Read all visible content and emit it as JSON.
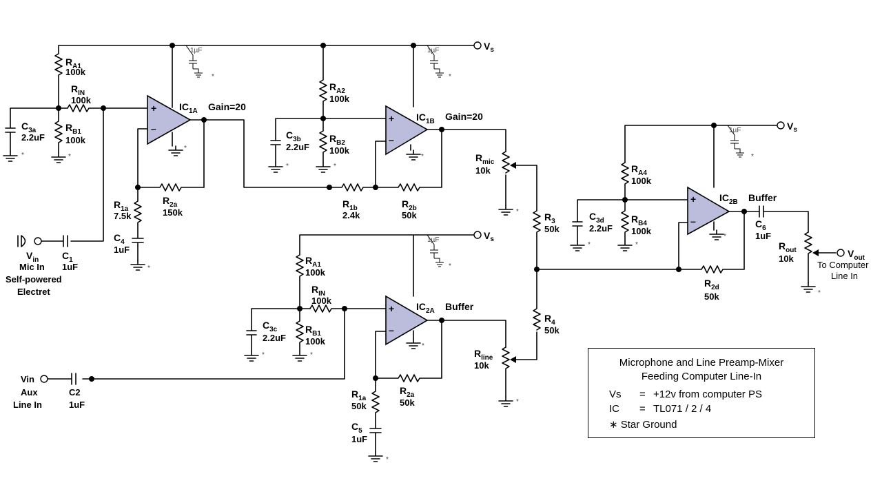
{
  "ic": {
    "ic1a_base": "IC",
    "ic1a_sub": "1A",
    "ic1a_note": "Gain=20",
    "ic1b_base": "IC",
    "ic1b_sub": "1B",
    "ic1b_note": "Gain=20",
    "ic2a_base": "IC",
    "ic2a_sub": "2A",
    "ic2a_note": "Buffer",
    "ic2b_base": "IC",
    "ic2b_sub": "2B",
    "ic2b_note": "Buffer",
    "plus": "+",
    "minus": "–"
  },
  "supply": {
    "base": "V",
    "sub": "s",
    "cap": "1µF",
    "star": "*"
  },
  "resistors": {
    "ra1_base": "R",
    "ra1_sub": "A1",
    "ra1_val": "100k",
    "rin_base": "R",
    "rin_sub": "IN",
    "rin_val": "100k",
    "rb1_base": "R",
    "rb1_sub": "B1",
    "rb1_val": "100k",
    "r1a_base": "R",
    "r1a_sub": "1a",
    "r1a_val": "7.5k",
    "r2a_base": "R",
    "r2a_sub": "2a",
    "r2a_val": "150k",
    "ra2_base": "R",
    "ra2_sub": "A2",
    "ra2_val": "100k",
    "rb2_base": "R",
    "rb2_sub": "B2",
    "rb2_val": "100k",
    "r1b_base": "R",
    "r1b_sub": "1b",
    "r1b_val": "2.4k",
    "r2b_base": "R",
    "r2b_sub": "2b",
    "r2b_val": "50k",
    "rmic_base": "R",
    "rmic_sub": "mic",
    "rmic_val": "10k",
    "r3_base": "R",
    "r3_sub": "3",
    "r3_val": "50k",
    "r4_base": "R",
    "r4_sub": "4",
    "r4_val": "50k",
    "rline_base": "R",
    "rline_sub": "line",
    "rline_val": "10k",
    "ra1b_base": "R",
    "ra1b_sub": "A1",
    "ra1b_val": "100k",
    "rinb_base": "R",
    "rinb_sub": "IN",
    "rinb_val": "100k",
    "rb1b_base": "R",
    "rb1b_sub": "B1",
    "rb1b_val": "100k",
    "r1a2_base": "R",
    "r1a2_sub": "1a",
    "r1a2_val": "50k",
    "r2a2_base": "R",
    "r2a2_sub": "2a",
    "r2a2_val": "50k",
    "ra4_base": "R",
    "ra4_sub": "A4",
    "ra4_val": "100k",
    "rb4_base": "R",
    "rb4_sub": "B4",
    "rb4_val": "100k",
    "r2d_base": "R",
    "r2d_sub": "2d",
    "r2d_val": "50k",
    "rout_base": "R",
    "rout_sub": "out",
    "rout_val": "10k"
  },
  "capacitors": {
    "c3a_base": "C",
    "c3a_sub": "3a",
    "c3a_val": "2.2uF",
    "c1_base": "C",
    "c1_sub": "1",
    "c1_val": "1uF",
    "c4_base": "C",
    "c4_sub": "4",
    "c4_val": "1uF",
    "c3b_base": "C",
    "c3b_sub": "3b",
    "c3b_val": "2.2uF",
    "c3c_base": "C",
    "c3c_sub": "3c",
    "c3c_val": "2.2uF",
    "c2_label": "C2",
    "c2_val": "1uF",
    "c5_base": "C",
    "c5_sub": "5",
    "c5_val": "1uF",
    "c3d_base": "C",
    "c3d_sub": "3d",
    "c3d_val": "2.2uF",
    "c6_base": "C",
    "c6_sub": "6",
    "c6_val": "1uF"
  },
  "io": {
    "mic_v": "V",
    "mic_v_sub": "in",
    "mic_line1": "Mic In",
    "mic_line2": "Self-powered",
    "mic_line3": "Electret",
    "aux_v": "Vin",
    "aux_line1": "Aux",
    "aux_line2": "Line In",
    "out_v": "V",
    "out_v_sub": "out",
    "out_line1": "To Computer",
    "out_line2": "Line In"
  },
  "notes": {
    "title1": "Microphone and Line Preamp-Mixer",
    "title2": "Feeding Computer Line-In",
    "vs_key": "Vs",
    "eq1": "=",
    "vs_val": "+12v from computer PS",
    "ic_key": "IC",
    "eq2": "=",
    "ic_val": "TL071 / 2 / 4",
    "star_note": "∗ Star Ground"
  }
}
